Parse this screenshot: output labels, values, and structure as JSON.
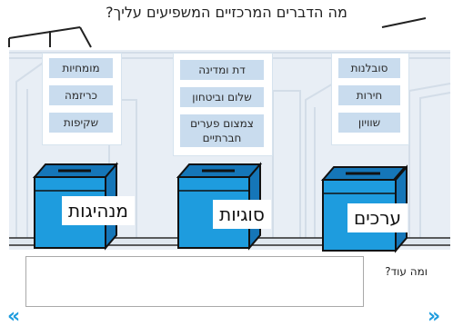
{
  "title": "מה הדברים המרכזיים המשפיעים עליך?",
  "panels": [
    {
      "tags": [
        "סובלנות",
        "חירות",
        "שוויון"
      ],
      "box_label": "ערכים"
    },
    {
      "tags": [
        "דת ומדינה",
        "שלום וביטחון",
        "צמצום פערים חברתיים"
      ],
      "box_label": "סוגיות"
    },
    {
      "tags": [
        "מומחיות",
        "כריזמה",
        "שקיפות"
      ],
      "box_label": "מנהיגות"
    }
  ],
  "more": {
    "label": "ומה עוד?",
    "value": ""
  },
  "nav": {
    "next": "»",
    "prev": "«"
  },
  "colors": {
    "box": "#1e9cde",
    "tag": "#c9dcee",
    "scene": "#e8eef5"
  }
}
